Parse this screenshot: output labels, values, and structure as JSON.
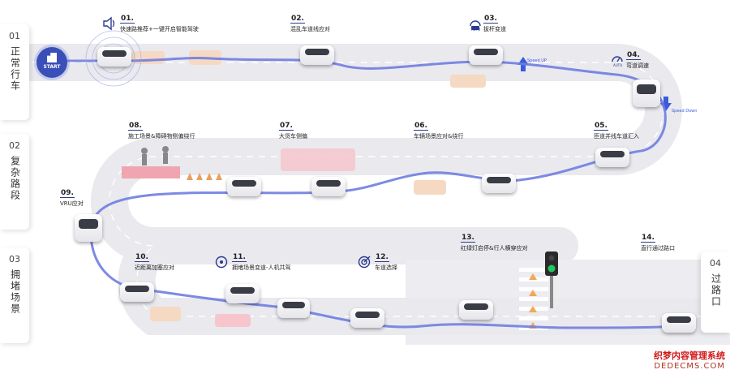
{
  "sections": [
    {
      "num": "01",
      "title": "正常行车"
    },
    {
      "num": "02",
      "title": "复杂路段"
    },
    {
      "num": "03",
      "title": "拥堵场景"
    },
    {
      "num": "04",
      "title": "过路口"
    }
  ],
  "start_label": "START",
  "steps": [
    {
      "num": "01.",
      "text": "快速路推荐+一键开启智能驾驶"
    },
    {
      "num": "02.",
      "text": "混乱车道线应对"
    },
    {
      "num": "03.",
      "text": "拔杆变道"
    },
    {
      "num": "04.",
      "text": "弯道调速"
    },
    {
      "num": "05.",
      "text": "匝道并线车道汇入"
    },
    {
      "num": "06.",
      "text": "车辆场景应对&绕行"
    },
    {
      "num": "07.",
      "text": "大货车侧偏"
    },
    {
      "num": "08.",
      "text": "施工场景&障碍物侧偏绕行"
    },
    {
      "num": "09.",
      "text": "VRU应对"
    },
    {
      "num": "10.",
      "text": "近距离加塞应对"
    },
    {
      "num": "11.",
      "text": "拥堵场景变道-人机共驾"
    },
    {
      "num": "12.",
      "text": "车道选择"
    },
    {
      "num": "13.",
      "text": "红绿灯启停&行人横穿应对"
    },
    {
      "num": "14.",
      "text": "直行通过路口"
    }
  ],
  "speed_up": "Speed UP",
  "speed_down": "Speed Down",
  "auto_label": "AUTO",
  "watermark": {
    "line1": "织梦内容管理系统",
    "line2": "DEDECMS.COM"
  },
  "colors": {
    "road": "#e9e9ee",
    "path": "#6f7de0",
    "accent": "#2b3b8f",
    "obstacle": "#f6c6cc",
    "cone": "#e8a060"
  }
}
